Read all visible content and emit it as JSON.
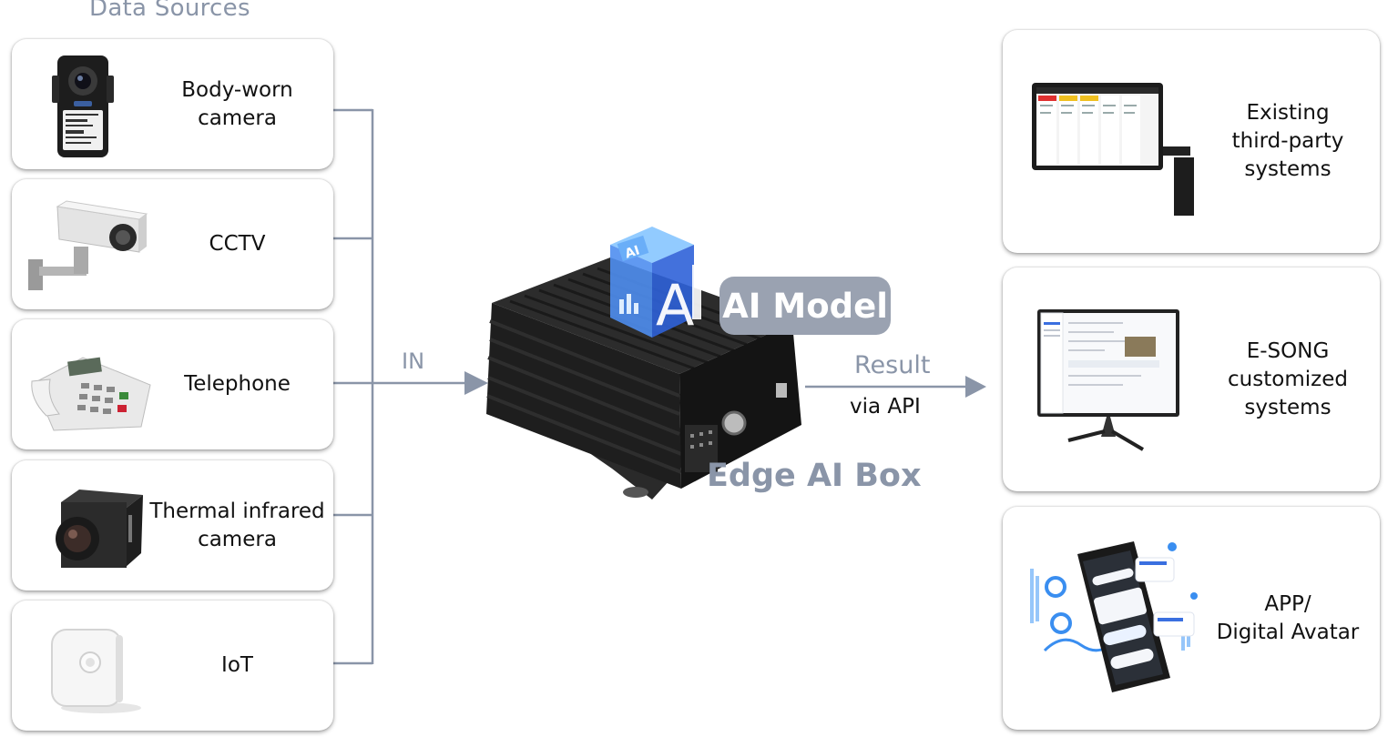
{
  "header": {
    "title": "Data Sources"
  },
  "sources": [
    {
      "label_lines": [
        "Body-worn",
        "camera"
      ],
      "icon": "body-camera-icon"
    },
    {
      "label_lines": [
        "CCTV"
      ],
      "icon": "cctv-icon"
    },
    {
      "label_lines": [
        "Telephone"
      ],
      "icon": "telephone-icon"
    },
    {
      "label_lines": [
        "Thermal infrared",
        "camera"
      ],
      "icon": "thermal-camera-icon"
    },
    {
      "label_lines": [
        "IoT"
      ],
      "icon": "iot-sensor-icon"
    }
  ],
  "center": {
    "in_label": "IN",
    "box_caption": "Edge AI Box",
    "model_label": "AI Model",
    "result_label": "Result",
    "api_label": "via API"
  },
  "destinations": [
    {
      "label_lines": [
        "Existing",
        "third-party",
        "systems"
      ],
      "icon": "wall-monitor-icon"
    },
    {
      "label_lines": [
        "E-SONG",
        "customized",
        "systems"
      ],
      "icon": "desktop-monitor-icon"
    },
    {
      "label_lines": [
        "APP/",
        "Digital Avatar"
      ],
      "icon": "smartphone-app-icon"
    }
  ],
  "colors": {
    "accent": "#8a95a8",
    "line": "#8a95a8",
    "pill": "#9aa2b1",
    "device": "#1b1b1b",
    "ai_blue": "#3a6fe0"
  }
}
